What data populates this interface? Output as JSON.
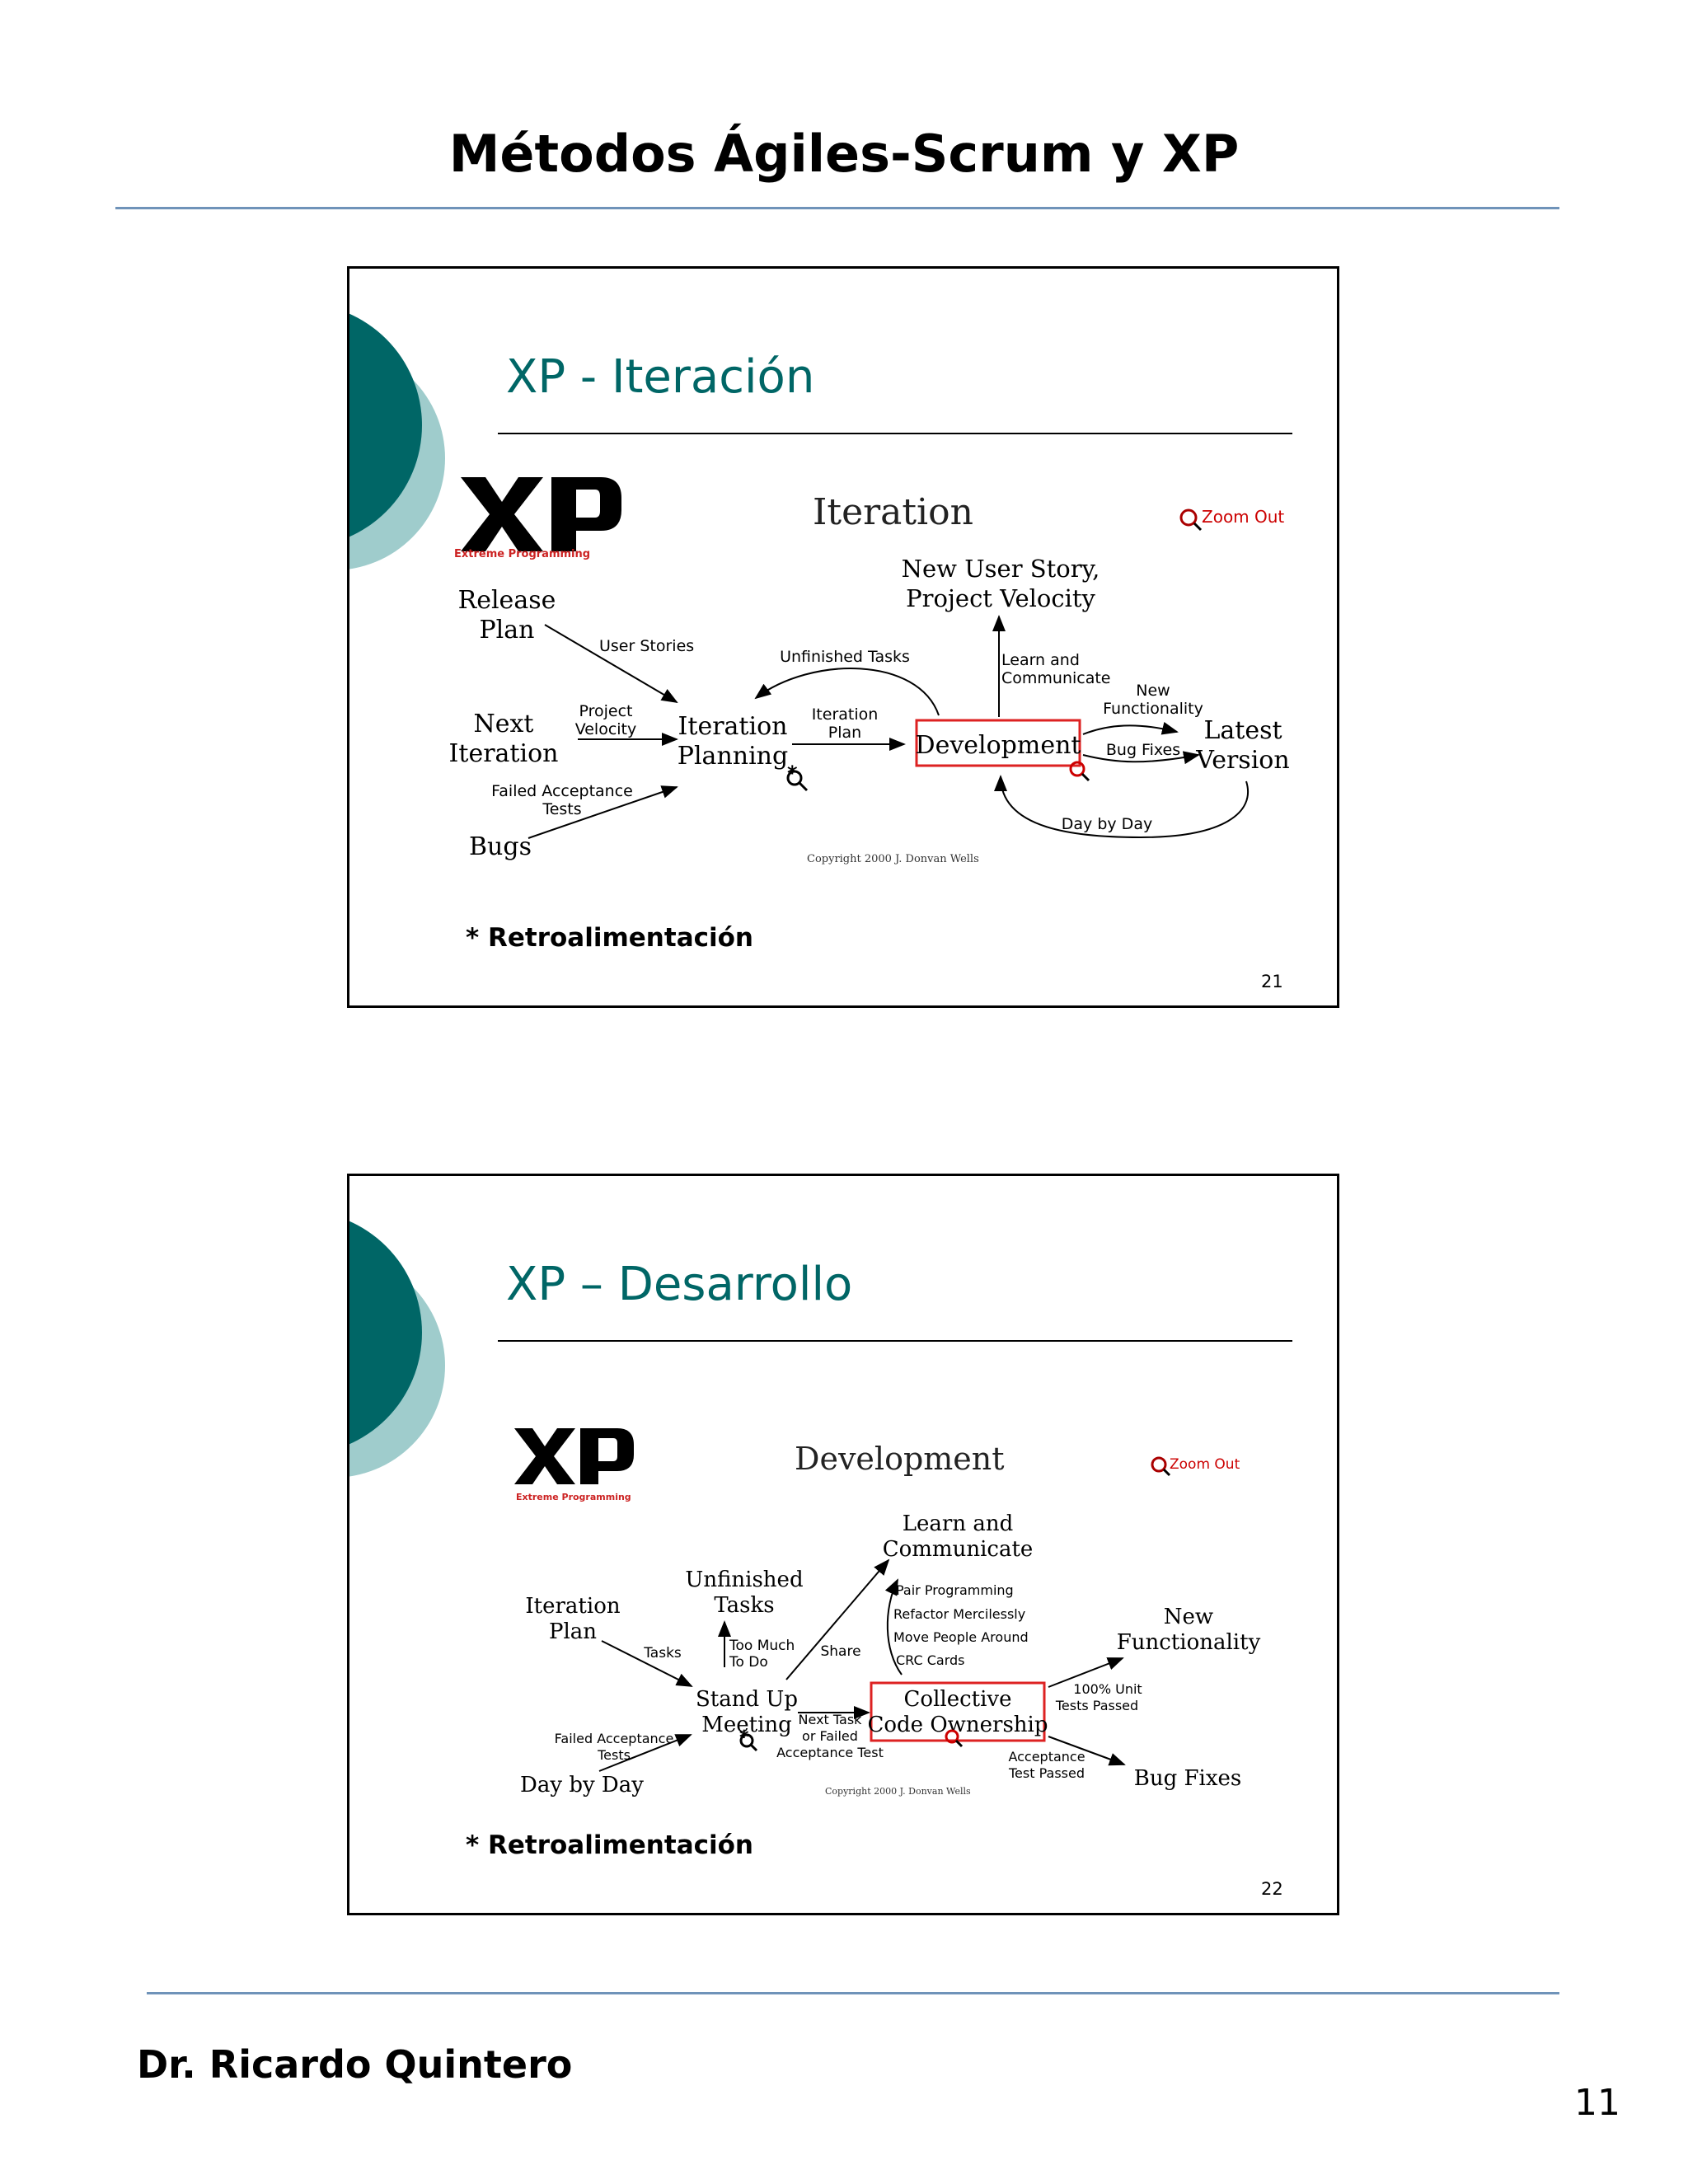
{
  "header": {
    "title": "Métodos Ágiles-Scrum y XP"
  },
  "slides": [
    {
      "title": "XP - Iteración",
      "note": "* Retroalimentación",
      "number": "21",
      "logo": {
        "caption": "Extreme Programming"
      },
      "diagram": {
        "heading": "Iteration",
        "zoom": "Zoom Out",
        "copyright": "Copyright 2000 J. Donvan Wells",
        "nodes": {
          "release_plan": [
            "Release",
            "Plan"
          ],
          "next_iteration": [
            "Next",
            "Iteration"
          ],
          "bugs": "Bugs",
          "iteration_planning": [
            "Iteration",
            "Planning"
          ],
          "development": "Development",
          "new_user_story": [
            "New User Story,",
            "Project Velocity"
          ],
          "latest_version": [
            "Latest",
            "Version"
          ]
        },
        "edges": {
          "user_stories": "User Stories",
          "project_velocity": [
            "Project",
            "Velocity"
          ],
          "failed_acceptance": [
            "Failed Acceptance",
            "Tests"
          ],
          "unfinished_tasks": "Unfinished Tasks",
          "iteration_plan": [
            "Iteration",
            "Plan"
          ],
          "learn_communicate": [
            "Learn and",
            "Communicate"
          ],
          "new_functionality": [
            "New",
            "Functionality"
          ],
          "bug_fixes": "Bug Fixes",
          "day_by_day": "Day by Day"
        }
      }
    },
    {
      "title": "XP – Desarrollo",
      "note": "* Retroalimentación",
      "number": "22",
      "logo": {
        "caption": "Extreme Programming"
      },
      "diagram": {
        "heading": "Development",
        "zoom": "Zoom Out",
        "copyright": "Copyright 2000 J. Donvan Wells",
        "nodes": {
          "learn_communicate": [
            "Learn and",
            "Communicate"
          ],
          "unfinished_tasks": [
            "Unfinished",
            "Tasks"
          ],
          "iteration_plan": [
            "Iteration",
            "Plan"
          ],
          "stand_up": [
            "Stand Up",
            "Meeting"
          ],
          "collective": [
            "Collective",
            "Code Ownership"
          ],
          "new_functionality": [
            "New",
            "Functionality"
          ],
          "bug_fixes": "Bug Fixes",
          "day_by_day": "Day by Day"
        },
        "edges": {
          "tasks": "Tasks",
          "too_much": [
            "Too Much",
            "To Do"
          ],
          "share": "Share",
          "practices": [
            "Pair Programming",
            "Refactor Mercilessly",
            "Move People Around",
            "CRC Cards"
          ],
          "next_task": [
            "Next Task",
            "or Failed",
            "Acceptance Test"
          ],
          "unit_tests": [
            "100% Unit",
            "Tests Passed"
          ],
          "acceptance_passed": [
            "Acceptance",
            "Test Passed"
          ],
          "failed_acceptance": [
            "Failed Acceptance",
            "Tests"
          ]
        }
      }
    }
  ],
  "footer": {
    "author": "Dr. Ricardo Quintero",
    "page": "11"
  },
  "colors": {
    "teal": "#006666",
    "light_teal": "#9fcccc",
    "rule": "#6f93b9",
    "highlight": "#dd2222"
  }
}
